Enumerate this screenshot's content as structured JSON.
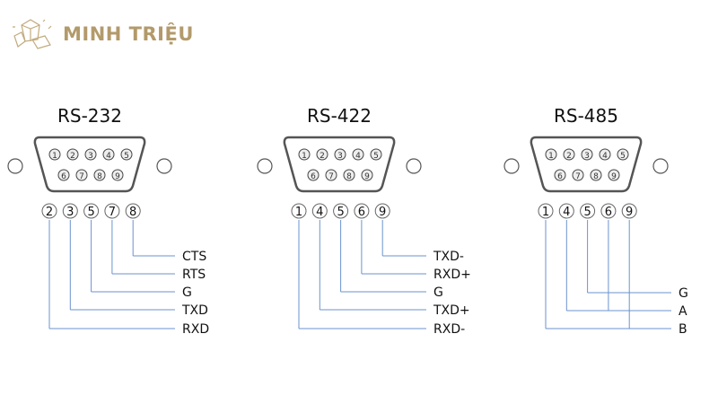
{
  "brand": {
    "name": "MINH TRIỆU",
    "color": "#b39a6b"
  },
  "colors": {
    "wire": "#6b93cf",
    "outline": "#555555",
    "text": "#111111"
  },
  "connector_pins": {
    "top_row": [
      "1",
      "2",
      "3",
      "4",
      "5"
    ],
    "bottom_row": [
      "6",
      "7",
      "8",
      "9"
    ]
  },
  "standards": [
    {
      "title": "RS-232",
      "pins": [
        "2",
        "3",
        "5",
        "7",
        "8"
      ],
      "signals": [
        {
          "label": "CTS",
          "pins": [
            "8"
          ]
        },
        {
          "label": "RTS",
          "pins": [
            "7"
          ]
        },
        {
          "label": "G",
          "pins": [
            "5"
          ]
        },
        {
          "label": "TXD",
          "pins": [
            "3"
          ]
        },
        {
          "label": "RXD",
          "pins": [
            "2"
          ]
        }
      ]
    },
    {
      "title": "RS-422",
      "pins": [
        "1",
        "4",
        "5",
        "6",
        "9"
      ],
      "signals": [
        {
          "label": "TXD-",
          "pins": [
            "9"
          ]
        },
        {
          "label": "RXD+",
          "pins": [
            "6"
          ]
        },
        {
          "label": "G",
          "pins": [
            "5"
          ]
        },
        {
          "label": "TXD+",
          "pins": [
            "4"
          ]
        },
        {
          "label": "RXD-",
          "pins": [
            "1"
          ]
        }
      ]
    },
    {
      "title": "RS-485",
      "pins": [
        "1",
        "4",
        "5",
        "6",
        "9"
      ],
      "signals": [
        {
          "label": "G",
          "pins": [
            "5"
          ]
        },
        {
          "label": "A",
          "pins": [
            "4",
            "6"
          ]
        },
        {
          "label": "B",
          "pins": [
            "1",
            "9"
          ]
        }
      ]
    }
  ]
}
